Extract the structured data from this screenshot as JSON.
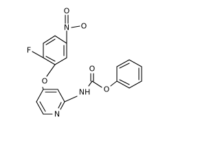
{
  "atoms": {
    "fluorine": "F",
    "nitro_nitrogen": "N",
    "nitro_oxygen_top": "O",
    "nitro_oxygen_right": "O",
    "ether_oxygen": "O",
    "pyridine_nitrogen": "N",
    "amide_nitrogen": "NH",
    "carbonyl_oxygen": "O",
    "ester_oxygen": "O"
  }
}
